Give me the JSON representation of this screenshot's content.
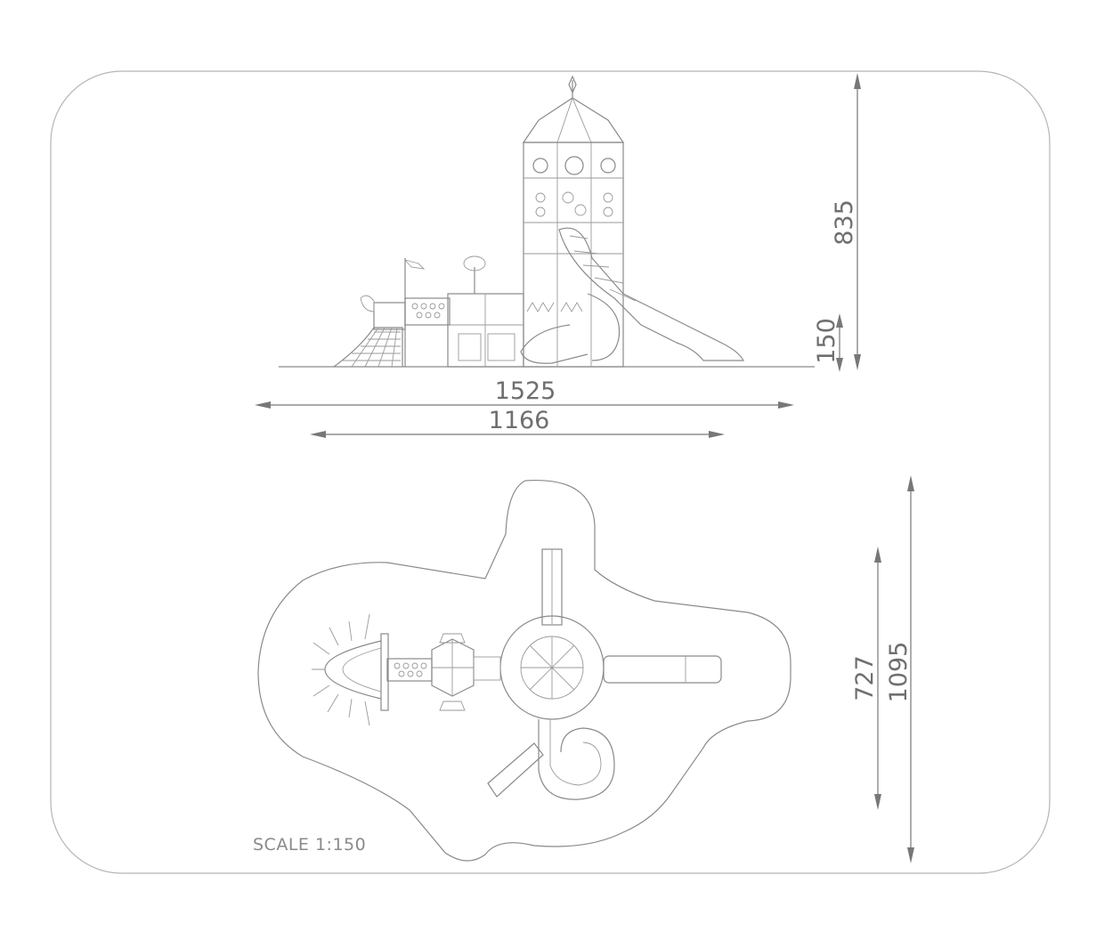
{
  "dimensions": {
    "total_height": "835",
    "platform_height": "150",
    "length_overall": "1525",
    "length_inner": "1166",
    "width_inner": "727",
    "width_overall": "1095"
  },
  "scale_label": "SCALE 1:150",
  "colors": {
    "line": "#8a8a8a",
    "dimension": "#777777",
    "background": "#ffffff"
  }
}
